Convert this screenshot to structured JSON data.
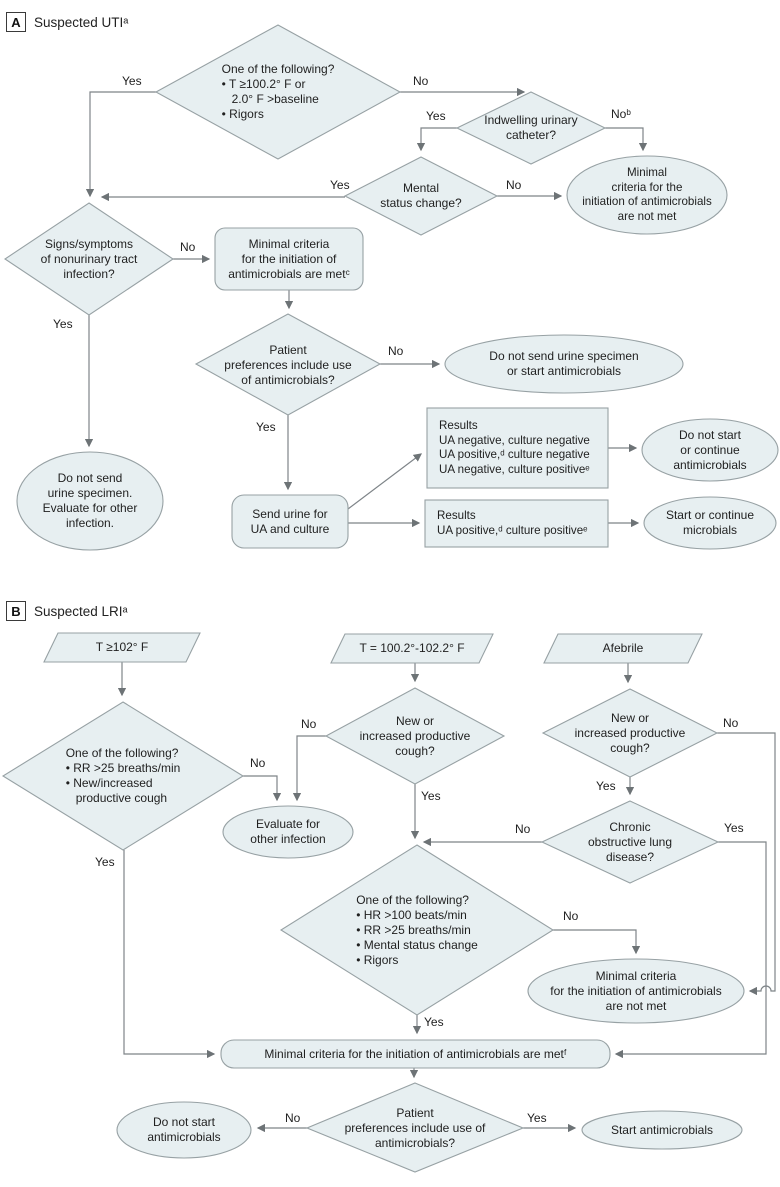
{
  "colors": {
    "shape_fill": "#e7eff1",
    "shape_stroke": "#97a1a4",
    "line": "#7e8488",
    "text": "#1f1f1f"
  },
  "panel_a": {
    "label": "A",
    "title": "Suspected UTIᵃ",
    "nodes": {
      "fever_check": [
        "One of the following?",
        "• T ≥100.2° F or",
        "   2.0° F >baseline",
        "• Rigors"
      ],
      "catheter": [
        "Indwelling urinary",
        "catheter?"
      ],
      "not_met": [
        "Minimal",
        "criteria for the",
        "initiation of antimicrobials",
        "are not met"
      ],
      "mental": [
        "Mental",
        "status change?"
      ],
      "signs": [
        "Signs/symptoms",
        "of nonurinary tract",
        "infection?"
      ],
      "met": [
        "Minimal criteria",
        "for the initiation of",
        "antimicrobials are metᶜ"
      ],
      "preferences": [
        "Patient",
        "preferences include use",
        "of antimicrobials?"
      ],
      "do_not_send_or_start": [
        "Do not send urine specimen",
        "or start antimicrobials"
      ],
      "do_not_send": [
        "Do not send",
        "urine specimen.",
        "Evaluate for other",
        "infection."
      ],
      "send_urine": [
        "Send urine for",
        "UA and culture"
      ],
      "results_negative": [
        "Results",
        "UA negative, culture negative",
        "UA positive,ᵈ culture negative",
        "UA negative, culture positiveᵉ"
      ],
      "results_positive": [
        "Results",
        "UA positive,ᵈ culture positiveᵉ"
      ],
      "do_not_start_continue": [
        "Do not start",
        "or continue",
        "antimicrobials"
      ],
      "start_continue": [
        "Start or continue",
        "microbials"
      ]
    },
    "edge_labels": {
      "fever_yes": "Yes",
      "fever_no": "No",
      "catheter_yes": "Yes",
      "catheter_no": "Noᵇ",
      "mental_yes": "Yes",
      "mental_no": "No",
      "signs_yes": "Yes",
      "signs_no": "No",
      "preferences_yes": "Yes",
      "preferences_no": "No"
    }
  },
  "panel_b": {
    "label": "B",
    "title": "Suspected LRIᵃ",
    "nodes": {
      "temp_high": [
        "T ≥102° F"
      ],
      "temp_mid": [
        "T = 100.2°-102.2° F"
      ],
      "afebrile": [
        "Afebrile"
      ],
      "resp_check": [
        "One of the following?",
        "• RR >25 breaths/min",
        "• New/increased",
        "   productive cough"
      ],
      "cough_mid": [
        "New or",
        "increased productive",
        "cough?"
      ],
      "cough_right": [
        "New or",
        "increased productive",
        "cough?"
      ],
      "evaluate": [
        "Evaluate for",
        "other infection"
      ],
      "copd": [
        "Chronic",
        "obstructive lung",
        "disease?"
      ],
      "vitals_check": [
        "One of the following?",
        "• HR >100 beats/min",
        "• RR >25 breaths/min",
        "• Mental status change",
        "• Rigors"
      ],
      "not_met": [
        "Minimal criteria",
        "for the initiation of antimicrobials",
        "are not met"
      ],
      "met": [
        "Minimal criteria for the initiation of antimicrobials are metᶠ"
      ],
      "preferences": [
        "Patient",
        "preferences include use of",
        "antimicrobials?"
      ],
      "do_not_start": [
        "Do not start",
        "antimicrobials"
      ],
      "start": [
        "Start antimicrobials"
      ]
    },
    "edge_labels": {
      "resp_yes": "Yes",
      "resp_no": "No",
      "cough_mid_yes": "Yes",
      "cough_mid_no": "No",
      "cough_right_yes": "Yes",
      "cough_right_no": "No",
      "copd_yes": "Yes",
      "copd_no": "No",
      "vitals_yes": "Yes",
      "vitals_no": "No",
      "preferences_yes": "Yes",
      "preferences_no": "No"
    }
  }
}
